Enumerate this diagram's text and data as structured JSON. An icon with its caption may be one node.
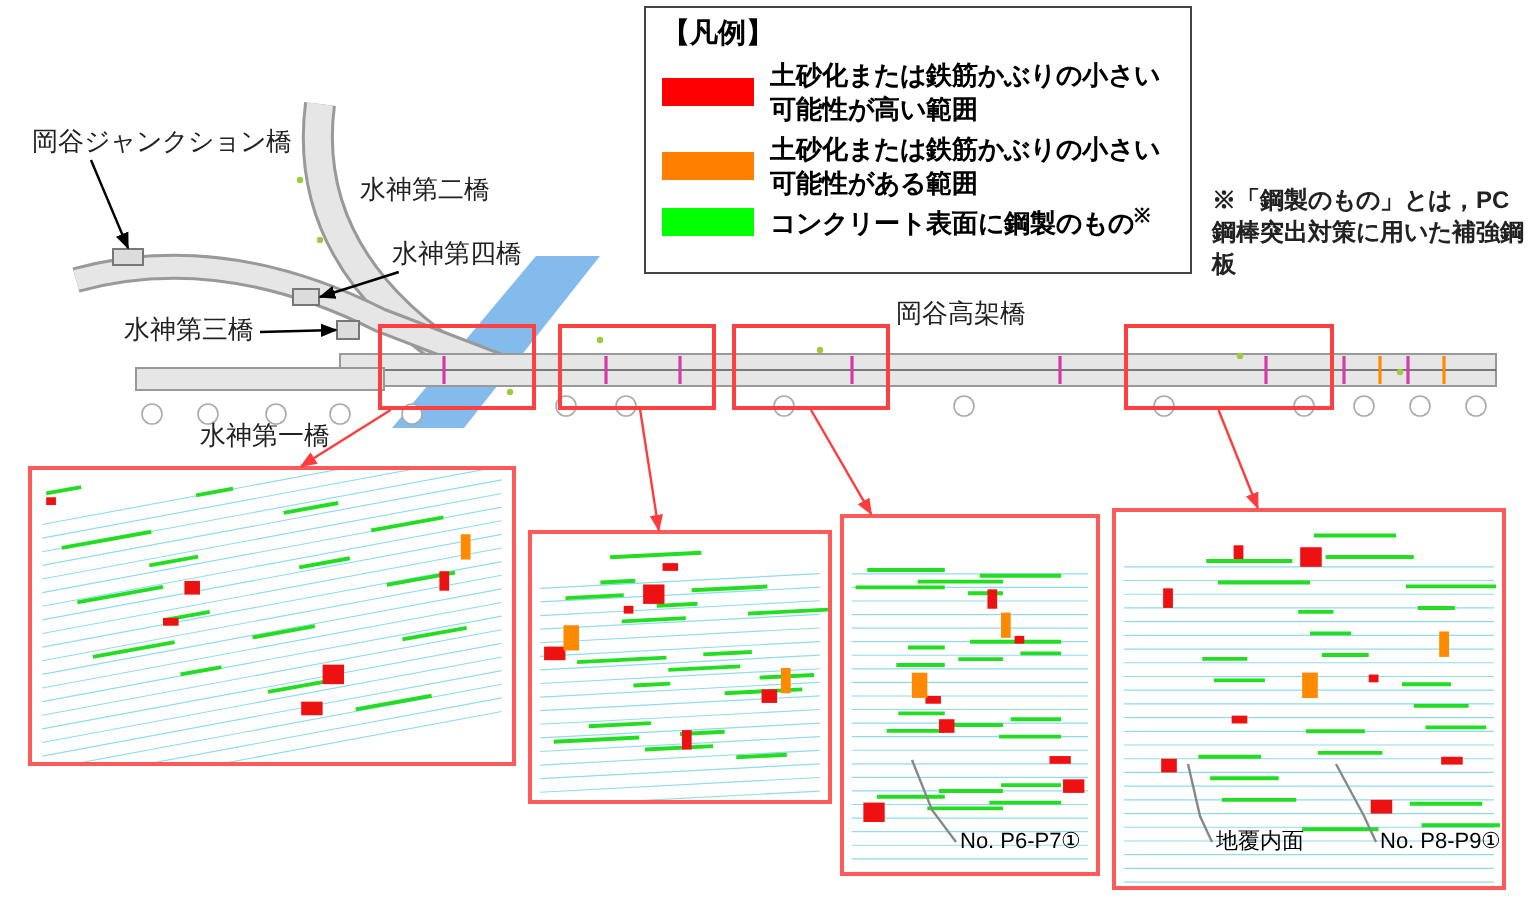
{
  "diagram": {
    "nodes": [
      {
        "text": [
          "岡谷ジャンクション橋"
        ]
      },
      {
        "text": [],
        "shape": "bar"
      },
      {
        "text": [
          "水神第四橋"
        ]
      },
      {
        "text": [],
        "shape": "bar"
      },
      {
        "text": [
          "水神第三橋"
        ]
      },
      {
        "text": [],
        "shape": "bar"
      },
      {
        "text": [],
        "shape": "box"
      },
      {
        "text": [],
        "shape": "box"
      },
      {
        "text": [],
        "shape": "box"
      },
      {
        "text": [],
        "shape": "box"
      },
      {
        "text": [],
        "shape": "picture"
      },
      {
        "text": [],
        "shape": "picture"
      },
      {
        "text": [],
        "shape": "picture"
      },
      {
        "text": [],
        "shape": "picture"
      },
      {
        "text": [
          "No. P6-P7①"
        ],
        "in": 12
      },
      {
        "text": [
          "地覆内面"
        ],
        "in": 13
      },
      {
        "text": [
          "No. P8-P9①"
        ],
        "in": 13
      }
    ],
    "edges": [
      {
        "from": 0,
        "to": 1,
        "arrow": "to",
        "color": "#000000"
      },
      {
        "from": 2,
        "to": 3,
        "arrow": "to",
        "color": "#000000"
      },
      {
        "from": 4,
        "to": 5,
        "arrow": "to",
        "color": "#000000"
      },
      {
        "from": 6,
        "to": 10,
        "arrow": "to",
        "color": "#ff3b3b"
      },
      {
        "from": 7,
        "to": 11,
        "arrow": "to",
        "color": "#ff3b3b"
      },
      {
        "from": 8,
        "to": 12,
        "arrow": "to",
        "color": "#ff3b3b"
      },
      {
        "from": 9,
        "to": 13,
        "arrow": "to",
        "color": "#ff3b3b"
      },
      {
        "from": 14,
        "to": null,
        "arrow": "none",
        "color": "#888888"
      },
      {
        "from": 15,
        "to": null,
        "arrow": "none",
        "color": "#888888"
      },
      {
        "from": 16,
        "to": null,
        "arrow": "none",
        "color": "#888888"
      }
    ],
    "labels": [
      "水神第二橋",
      "水神第一橋",
      "岡谷高架橋",
      "【凡例】",
      "※「鋼製のもの」とは，PC鋼棒突出対策に用いた補強鋼板"
    ],
    "legend": [
      {
        "text": "土砂化または鉄筋かぶりの小さい可能性が高い範囲",
        "color": "#ff0000"
      },
      {
        "text": "土砂化または鉄筋かぶりの小さい可能性がある範囲",
        "color": "#ff8000"
      },
      {
        "text": "コンクリート表面に鋼製のもの$^{※}$",
        "color": "#00ff00"
      }
    ]
  }
}
